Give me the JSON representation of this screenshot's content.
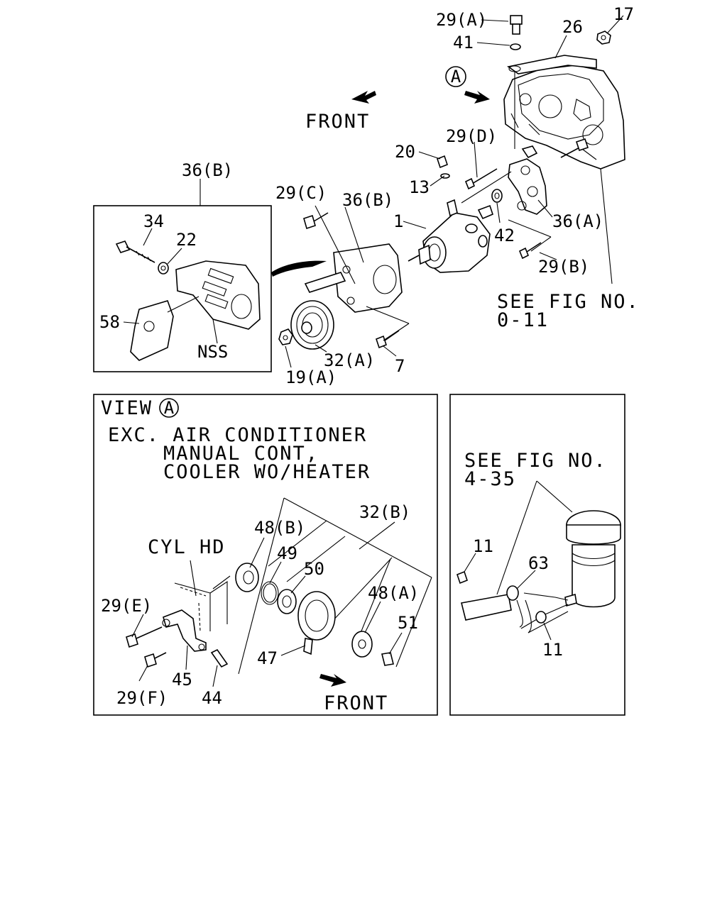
{
  "main": {
    "callouts": [
      {
        "id": "29a",
        "text": "29(A)"
      },
      {
        "id": "41",
        "text": "41"
      },
      {
        "id": "26",
        "text": "26"
      },
      {
        "id": "17",
        "text": "17"
      },
      {
        "id": "front",
        "text": "FRONT"
      },
      {
        "id": "29d",
        "text": "29(D)"
      },
      {
        "id": "20",
        "text": "20"
      },
      {
        "id": "13",
        "text": "13"
      },
      {
        "id": "36b-top",
        "text": "36(B)"
      },
      {
        "id": "29c",
        "text": "29(C)"
      },
      {
        "id": "36b-mid",
        "text": "36(B)"
      },
      {
        "id": "1",
        "text": "1"
      },
      {
        "id": "42",
        "text": "42"
      },
      {
        "id": "36a",
        "text": "36(A)"
      },
      {
        "id": "29b",
        "text": "29(B)"
      },
      {
        "id": "34",
        "text": "34"
      },
      {
        "id": "22",
        "text": "22"
      },
      {
        "id": "58",
        "text": "58"
      },
      {
        "id": "nss",
        "text": "NSS"
      },
      {
        "id": "32a",
        "text": "32(A)"
      },
      {
        "id": "7",
        "text": "7"
      },
      {
        "id": "19a",
        "text": "19(A)"
      },
      {
        "id": "see-fig-1",
        "text": "SEE FIG NO."
      },
      {
        "id": "see-fig-1-num",
        "text": "0-11"
      }
    ]
  },
  "view_a": {
    "title": "VIEW",
    "circle_letter": "A",
    "condition_lines": [
      "EXC. AIR CONDITIONER",
      "MANUAL CONT,",
      "COOLER WO/HEATER"
    ],
    "callouts": [
      {
        "id": "cylhd",
        "text": "CYL HD"
      },
      {
        "id": "48b",
        "text": "48(B)"
      },
      {
        "id": "32b",
        "text": "32(B)"
      },
      {
        "id": "49",
        "text": "49"
      },
      {
        "id": "50",
        "text": "50"
      },
      {
        "id": "48a",
        "text": "48(A)"
      },
      {
        "id": "51",
        "text": "51"
      },
      {
        "id": "29e",
        "text": "29(E)"
      },
      {
        "id": "29f",
        "text": "29(F)"
      },
      {
        "id": "45",
        "text": "45"
      },
      {
        "id": "44",
        "text": "44"
      },
      {
        "id": "47",
        "text": "47"
      },
      {
        "id": "front2",
        "text": "FRONT"
      }
    ]
  },
  "reservoir_view": {
    "see_fig": "SEE FIG NO.",
    "see_fig_num": "4-35",
    "callouts": [
      {
        "id": "11a",
        "text": "11"
      },
      {
        "id": "63",
        "text": "63"
      },
      {
        "id": "11b",
        "text": "11"
      }
    ]
  },
  "markers": {
    "view_marker_letter": "A"
  }
}
